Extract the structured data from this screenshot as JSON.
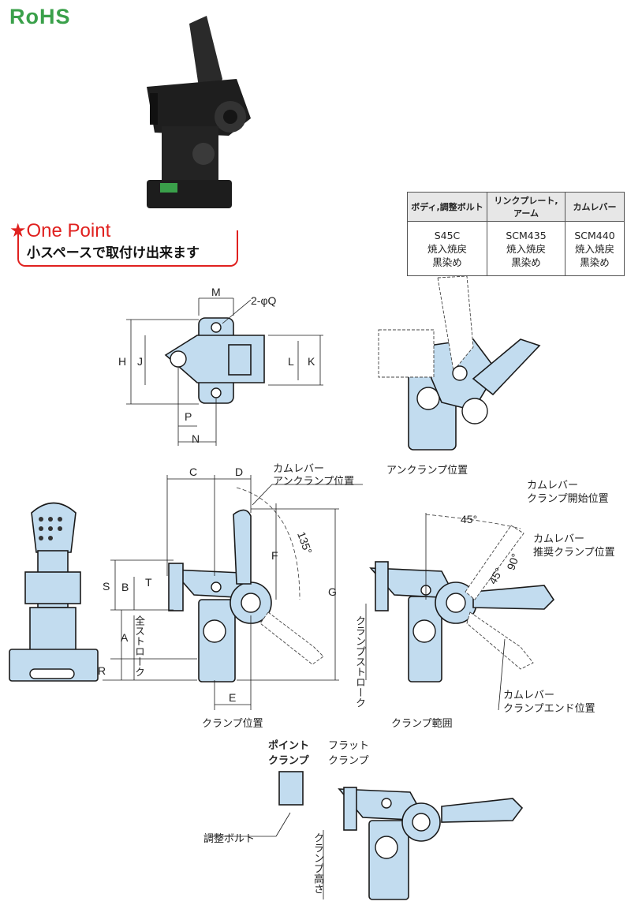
{
  "logo": "RoHS",
  "one_point": {
    "star": "★",
    "title": "One Point",
    "text": "小スペースで取付け出来ます"
  },
  "material_table": {
    "headers": [
      "ボディ,調整ボルト",
      "リンクプレート,アーム",
      "カムレバー"
    ],
    "rows": [
      [
        "S45C",
        "SCM435",
        "SCM440"
      ],
      [
        "焼入焼戻",
        "焼入焼戻",
        "焼入焼戻"
      ],
      [
        "黒染め",
        "黒染め",
        "黒染め"
      ]
    ]
  },
  "dims": {
    "M": "M",
    "Q": "2-φQ",
    "H": "H",
    "J": "J",
    "L": "L",
    "K": "K",
    "P": "P",
    "N": "N",
    "C": "C",
    "D": "D",
    "S": "S",
    "B": "B",
    "T": "T",
    "A": "A",
    "R": "R",
    "F": "F",
    "G": "G",
    "E": "E",
    "angle135": "135°",
    "angle45a": "45°",
    "angle90": "90°",
    "angle45b": "45°"
  },
  "captions": {
    "unclamp_pos": "アンクランプ位置",
    "clamp_pos": "クランプ位置",
    "clamp_range": "クランプ範囲",
    "full_stroke": "全ストローク",
    "clamp_stroke": "クランプストローク",
    "clamp_height": "クランプ高さ",
    "adjust_bolt": "調整ボルト",
    "point_clamp": "ポイント\nクランプ",
    "flat_clamp": "フラット\nクランプ",
    "cam_unclamp_1": "カムレバー",
    "cam_unclamp_2": "アンクランプ位置",
    "cam_start_1": "カムレバー",
    "cam_start_2": "クランプ開始位置",
    "cam_rec_1": "カムレバー",
    "cam_rec_2": "推奨クランプ位置",
    "cam_end_1": "カムレバー",
    "cam_end_2": "クランプエンド位置"
  },
  "colors": {
    "part_fill": "#c2dcef",
    "accent_red": "#e0211f",
    "rohs_green": "#3aa04a"
  }
}
